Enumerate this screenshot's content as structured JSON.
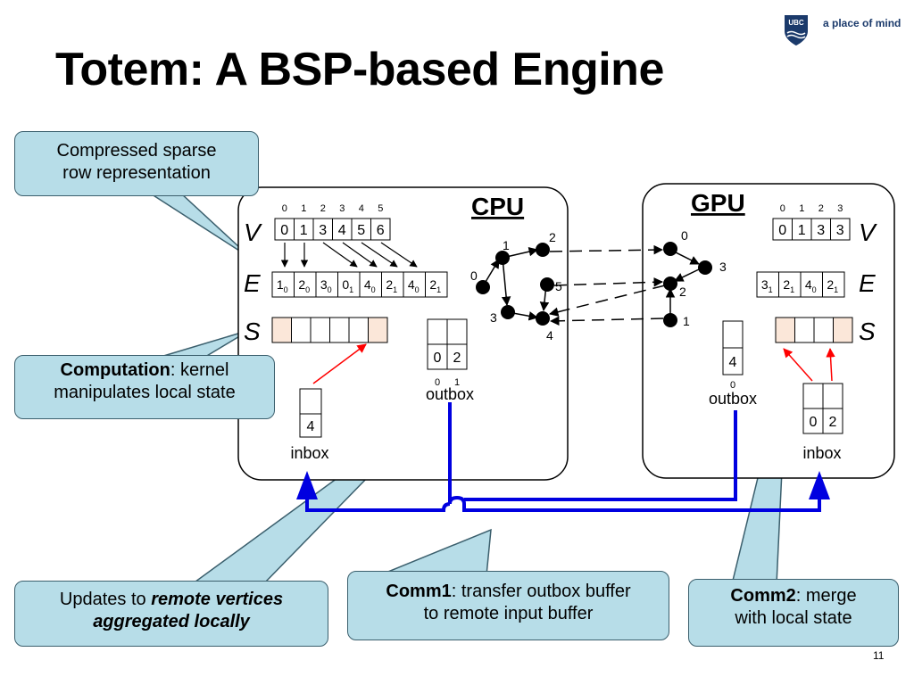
{
  "title": "Totem: A BSP-based Engine",
  "logo": {
    "crest_text": "UBC",
    "tagline": "a place of mind"
  },
  "page_number": "11",
  "colors": {
    "accent_blue": "#0000e0",
    "callout_fill": "#b7dde8",
    "arrow_red": "#ff0000",
    "state_fill": "#fbe7d9"
  },
  "callouts": {
    "csr": {
      "line1": "Compressed sparse",
      "line2": "row representation"
    },
    "computation": {
      "bold": "Computation",
      "rest": ": kernel",
      "line2": "manipulates local state"
    },
    "updates": {
      "prefix": "Updates to ",
      "bold_italic1": "remote vertices",
      "bold_italic2": "aggregated locally"
    },
    "comm1": {
      "bold": "Comm1",
      "rest": ": transfer outbox buffer",
      "line2": "to remote input buffer"
    },
    "comm2": {
      "bold": "Comm2",
      "rest": ": merge",
      "line2": "with local state"
    }
  },
  "cpu": {
    "label": "CPU",
    "v_index": [
      "0",
      "1",
      "2",
      "3",
      "4",
      "5"
    ],
    "V": [
      "0",
      "1",
      "3",
      "4",
      "5",
      "6"
    ],
    "E": [
      [
        "1",
        "0"
      ],
      [
        "2",
        "0"
      ],
      [
        "3",
        "0"
      ],
      [
        "0",
        "1"
      ],
      [
        "4",
        "0"
      ],
      [
        "2",
        "1"
      ],
      [
        "4",
        "0"
      ],
      [
        "2",
        "1"
      ]
    ],
    "S_cells": 6,
    "outbox_values": [
      "0",
      "2"
    ],
    "outbox_index": [
      "0",
      "1"
    ],
    "outbox_label": "outbox",
    "inbox_values": [
      "4"
    ],
    "inbox_label": "inbox",
    "graph_nodes": [
      "0",
      "1",
      "2",
      "3",
      "4",
      "5"
    ]
  },
  "gpu": {
    "label": "GPU",
    "v_index": [
      "0",
      "1",
      "2",
      "3"
    ],
    "V": [
      "0",
      "1",
      "3",
      "3"
    ],
    "E": [
      [
        "3",
        "1"
      ],
      [
        "2",
        "1"
      ],
      [
        "4",
        "0"
      ],
      [
        "2",
        "1"
      ]
    ],
    "S_cells": 4,
    "outbox_values": [
      "4"
    ],
    "outbox_index": [
      "0"
    ],
    "outbox_label": "outbox",
    "inbox_values": [
      "0",
      "2"
    ],
    "inbox_label": "inbox",
    "graph_nodes": [
      "0",
      "3",
      "2",
      "1"
    ]
  },
  "row_labels": {
    "V": "V",
    "E": "E",
    "S": "S"
  }
}
